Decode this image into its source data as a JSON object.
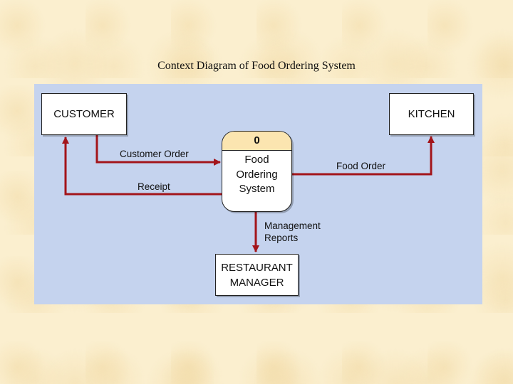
{
  "title": "Context Diagram of Food Ordering System",
  "process": {
    "id": "0",
    "name": "Food\nOrdering\nSystem"
  },
  "entities": {
    "customer": "CUSTOMER",
    "kitchen": "KITCHEN",
    "manager": "RESTAURANT\nMANAGER"
  },
  "flows": {
    "customer_order": "Customer Order",
    "receipt": "Receipt",
    "food_order": "Food Order",
    "management_reports": "Management\nReports"
  },
  "colors": {
    "background": "#fbefcf",
    "panel": "#c5d3ee",
    "arrow": "#a3141a",
    "process_header": "#fbe5b0"
  }
}
